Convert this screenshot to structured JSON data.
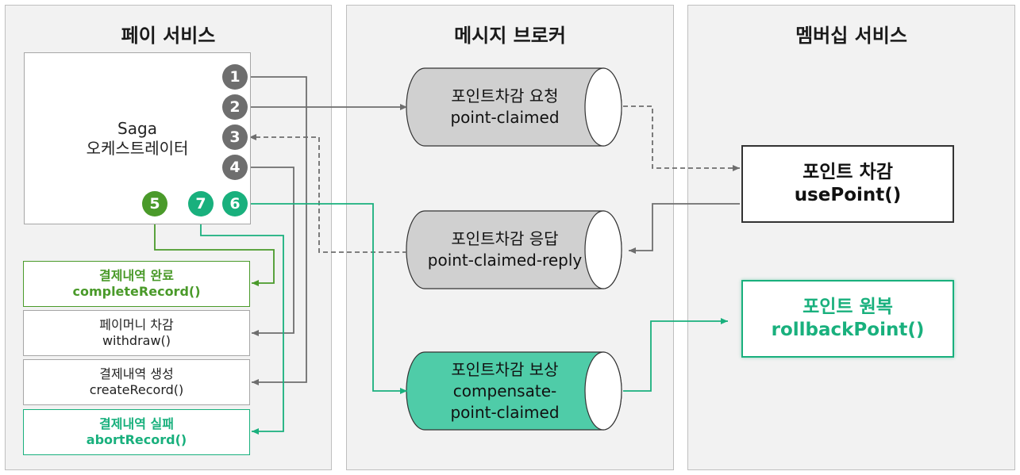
{
  "panels": {
    "pay": "페이 서비스",
    "broker": "메시지 브로커",
    "member": "멤버십 서비스"
  },
  "orchestrator": {
    "line1": "Saga",
    "line2": "오케스트레이터"
  },
  "steps": [
    {
      "label": "결제내역 완료",
      "method": "completeRecord()"
    },
    {
      "label": "페이머니 차감",
      "method": "withdraw()"
    },
    {
      "label": "결제내역 생성",
      "method": "createRecord()"
    },
    {
      "label": "결제내역 실패",
      "method": "abortRecord()"
    }
  ],
  "circles": [
    "1",
    "2",
    "3",
    "4",
    "5",
    "7",
    "6"
  ],
  "topics": [
    {
      "label": "포인트차감 요청",
      "name": "point-claimed"
    },
    {
      "label": "포인트차감 응답",
      "name": "point-claimed-reply"
    },
    {
      "label": "포인트차감 보상",
      "name_line1": "compensate-",
      "name_line2": "point-claimed"
    }
  ],
  "services": {
    "use": {
      "label": "포인트 차감",
      "method": "usePoint()"
    },
    "rollback": {
      "label": "포인트 원복",
      "method": "rollbackPoint()"
    }
  },
  "colors": {
    "gray_arrow": "#6e6e6e",
    "success_green": "#4a9a2a",
    "compensate_teal": "#19b07d",
    "topic_fill": "#d0d0d0",
    "compensate_fill": "#4fcca8",
    "failure_burst": "#11a37a"
  }
}
